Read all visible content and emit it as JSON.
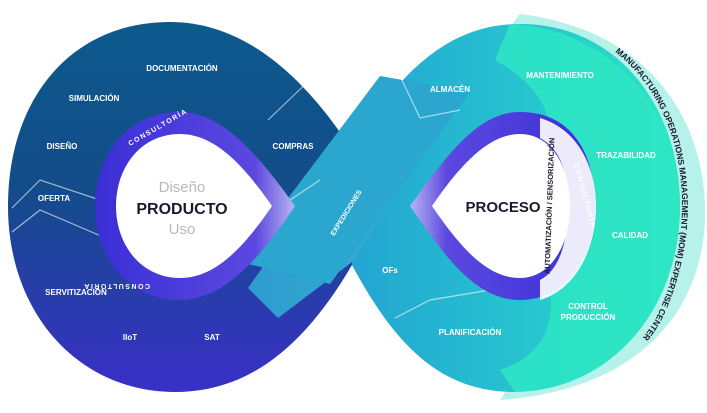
{
  "product": {
    "line1": "Diseño",
    "line2": "PRODUCTO",
    "line3": "Uso"
  },
  "process": {
    "title": "PROCESO"
  },
  "left_segments": {
    "documentacion": "DOCUMENTACIÓN",
    "simulacion": "SIMULACIÓN",
    "diseno": "DISEÑO",
    "oferta": "OFERTA",
    "servitizacion": "SERVITIZACIÓN",
    "iiot": "IIoT",
    "sat": "SAT",
    "compras": "COMPRAS"
  },
  "consultoria": {
    "top": "CONSULTORÍA",
    "bottom": "CONSULTORÍA",
    "right": "CONSULTORÍA"
  },
  "center": {
    "expediciones": "EXPEDICIONES"
  },
  "right_segments": {
    "almacen": "ALMACÉN",
    "ofs": "OFs",
    "planificacion": "PLANIFICACIÓN",
    "mantenimiento": "MANTENIMIENTO",
    "trazabilidad": "TRAZABILIDAD",
    "calidad": "CALIDAD",
    "control_line1": "CONTROL",
    "control_line2": "PRODUCCIÓN"
  },
  "automatizacion": "AUTOMATIZACIÓN / SENSORIZACIÓN",
  "mom": "MANUFACTURING OPERATIONS MANAGEMENT (MOM) EXPERTISE CENTER",
  "colors": {
    "navy": "#0d4a82",
    "indigo": "#3a2fd6",
    "cyan": "#2aa6cf",
    "teal": "#2ee6c4",
    "mint_band": "#b6f2ea",
    "white": "#ffffff"
  }
}
